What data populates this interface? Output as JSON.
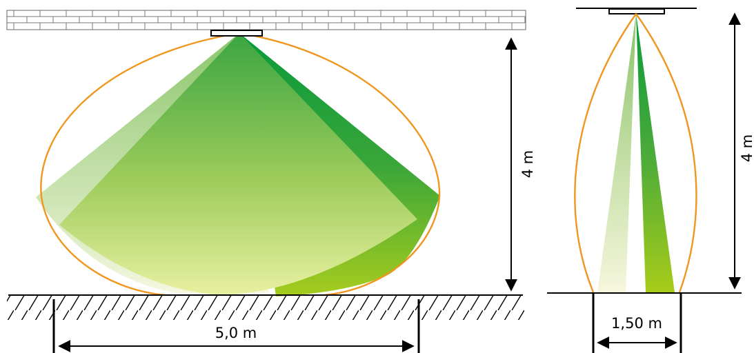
{
  "side_view": {
    "height_label": "4 m",
    "width_label": "5,0 m"
  },
  "front_view": {
    "height_label": "4 m",
    "width_label": "1,50 m"
  },
  "colors": {
    "outline": "#f0961e",
    "green_dark": "#0a9a3a",
    "green_mid": "#6cbb3c",
    "green_light": "#e6ef9a",
    "green_pale": "#f4f6d8",
    "line": "#000000"
  }
}
